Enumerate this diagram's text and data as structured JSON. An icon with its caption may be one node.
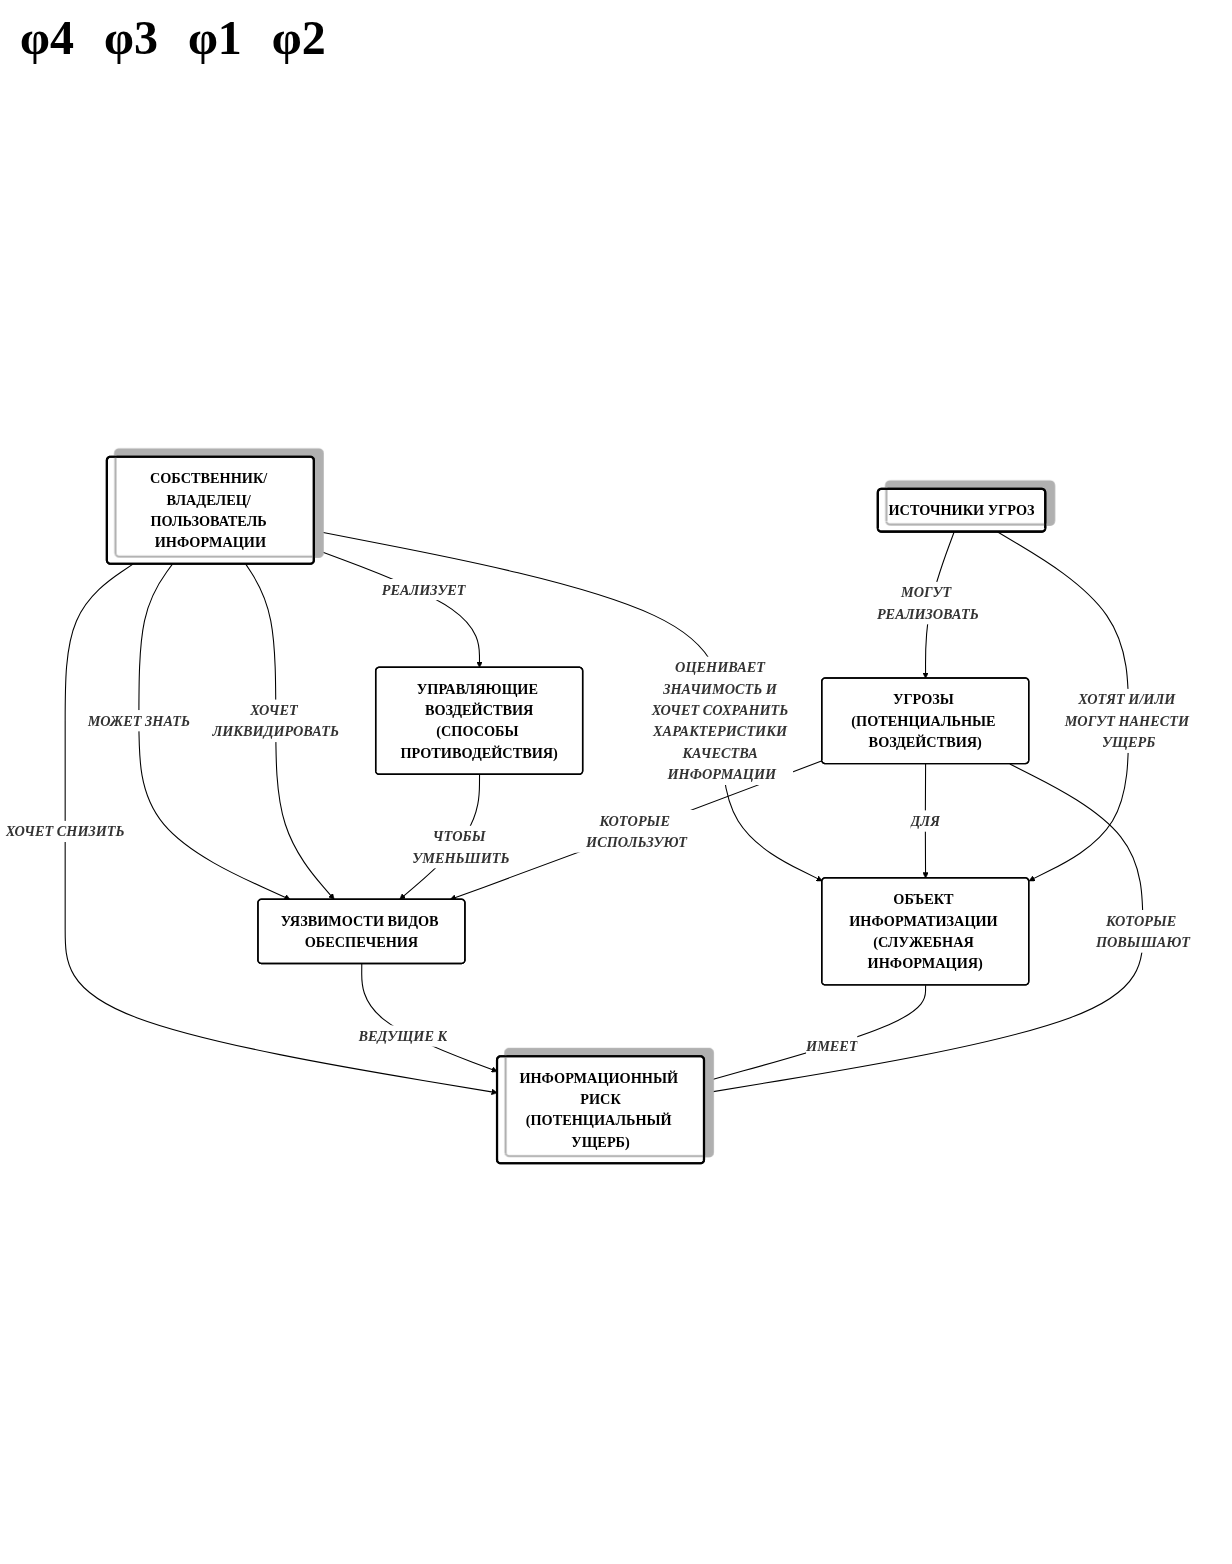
{
  "diagram": {
    "nodes": [
      {
        "text": [
          "СОБСТВЕННИК/ ВЛАДЕЛЕЦ/ ПОЛЬЗОВАТЕЛЬ ИНФОРМАЦИИ"
        ]
      },
      {
        "text": [
          "УПРАВЛЯЮЩИЕ ВОЗДЕЙСТВИЯ",
          "(СПОСОБЫ ПРОТИВОДЕЙСТВИЯ)"
        ]
      },
      {
        "text": [
          "УЯЗВИМОСТИ ВИДОВ ОБЕСПЕЧЕНИЯ"
        ]
      },
      {
        "text": [
          "ИНФОРМАЦИОННЫЙ РИСК",
          "(ПОТЕНЦИАЛЬНЫЙ УЩЕРБ)"
        ]
      },
      {
        "text": [
          "ОБЪЕКТ ИНФОРМАТИЗАЦИИ (СЛУЖЕБНАЯ ИНФОРМАЦИЯ)"
        ]
      },
      {
        "text": [
          "ИСТОЧНИКИ УГРОЗ"
        ]
      },
      {
        "text": [
          "УГРОЗЫ (ПОТЕНЦИАЛЬНЫЕ ВОЗДЕЙСТВИЯ)"
        ]
      }
    ],
    "edges": [
      {
        "from": 0,
        "to": 1,
        "label": "РЕАЛИЗУЕТ",
        "arrow": "to"
      },
      {
        "from": 0,
        "to": 2,
        "label": "МОЖЕТ ЗНАТЬ",
        "arrow": "to"
      },
      {
        "from": 0,
        "to": 2,
        "label": "ХОЧЕТ ЛИКВИДИРОВАТЬ",
        "arrow": "to"
      },
      {
        "from": 0,
        "to": 3,
        "label": "ХОЧЕТ СНИЗИТЬ",
        "arrow": "to"
      },
      {
        "from": 0,
        "to": 4,
        "label": "ОЦЕНИВАЕТ ЗНАЧИМОСТЬ И ХОЧЕТ СОХРАНИТЬ ХАРАКТЕРИСТИКИ КАЧЕСТВА ИНФОРМАЦИИ",
        "arrow": "to"
      },
      {
        "from": 1,
        "to": 2,
        "label": "ЧТОБЫ УМЕНЬШИТЬ",
        "arrow": "to"
      },
      {
        "from": 2,
        "to": 3,
        "label": "ВЕДУЩИЕ К",
        "arrow": "to"
      },
      {
        "from": 4,
        "to": 3,
        "label": "ИМЕЕТ",
        "arrow": "to"
      },
      {
        "from": 5,
        "to": 6,
        "label": "МОГУТ РЕАЛИЗОВАТЬ",
        "arrow": "to"
      },
      {
        "from": 6,
        "to": 2,
        "label": "КОТОРЫЕ ИСПОЛЬЗУЮТ",
        "arrow": "to"
      },
      {
        "from": 6,
        "to": 3,
        "label": "КОТОРЫЕ ПОВЫШАЮТ",
        "arrow": "to"
      },
      {
        "from": 6,
        "to": 4,
        "label": "ДЛЯ",
        "arrow": "to"
      },
      {
        "from": 5,
        "to": 4,
        "label": "ХОТЯТ И/ИЛИ МОГУТ НАНЕСТИ УЩЕРБ",
        "arrow": "to"
      }
    ],
    "labels": [
      "φ4",
      "φ3",
      "φ1",
      "φ2"
    ]
  }
}
